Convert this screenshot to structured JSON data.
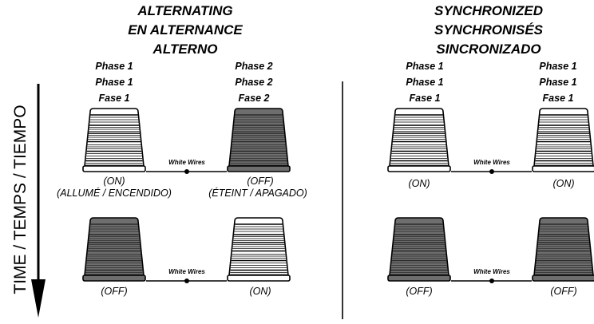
{
  "time_axis": "TIME / TEMPS / TIEMPO",
  "colors": {
    "lit": "#ffffff",
    "unlit": "#6e6e6e",
    "ink": "#000000"
  },
  "alternating": {
    "title_lines": [
      "ALTERNATING",
      "EN ALTERNANCE",
      "ALTERNO"
    ],
    "left_phase": [
      "Phase 1",
      "Phase 1",
      "Fase 1"
    ],
    "right_phase": [
      "Phase 2",
      "Phase 2",
      "Fase 2"
    ],
    "row1": {
      "wire_label": "White Wires",
      "left_state": "(ON)",
      "left_state_sub": "(ALLUMÉ / ENCENDIDO)",
      "right_state": "(OFF)",
      "right_state_sub": "(ÉTEINT / APAGADO)",
      "left_on": true,
      "right_on": false
    },
    "row2": {
      "wire_label": "White Wires",
      "left_state": "(OFF)",
      "right_state": "(ON)",
      "left_on": false,
      "right_on": true
    }
  },
  "synchronized": {
    "title_lines": [
      "SYNCHRONIZED",
      "SYNCHRONISÉS",
      "SINCRONIZADO"
    ],
    "left_phase": [
      "Phase 1",
      "Phase 1",
      "Fase 1"
    ],
    "right_phase": [
      "Phase 1",
      "Phase 1",
      "Fase 1"
    ],
    "row1": {
      "wire_label": "White Wires",
      "left_state": "(ON)",
      "right_state": "(ON)",
      "left_on": true,
      "right_on": true
    },
    "row2": {
      "wire_label": "White Wires",
      "left_state": "(OFF)",
      "right_state": "(OFF)",
      "left_on": false,
      "right_on": false
    }
  }
}
